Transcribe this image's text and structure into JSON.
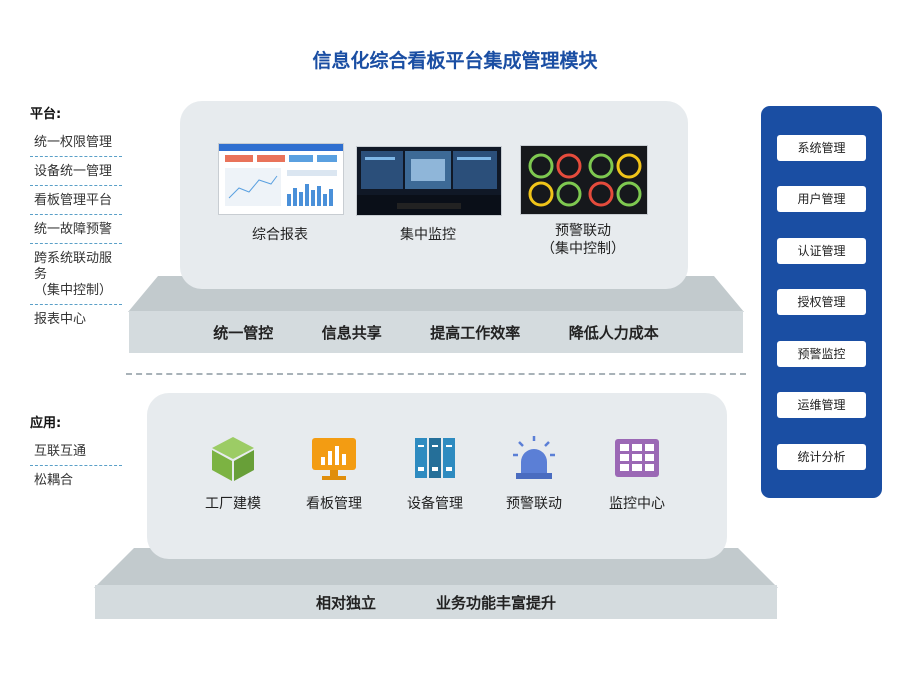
{
  "title": "信息化综合看板平台集成管理模块",
  "platform_section": {
    "heading": "平台:",
    "items": [
      "统一权限管理",
      "设备统一管理",
      "看板管理平台",
      "统一故障预警",
      "跨系统联动服务",
      "（集中控制）",
      "报表中心"
    ],
    "screens": [
      {
        "label": "综合报表",
        "sublabel": ""
      },
      {
        "label": "集中监控",
        "sublabel": ""
      },
      {
        "label": "预警联动",
        "sublabel": "（集中控制）"
      }
    ],
    "benefits": [
      "统一管控",
      "信息共享",
      "提高工作效率",
      "降低人力成本"
    ]
  },
  "app_section": {
    "heading": "应用:",
    "items": [
      "互联互通",
      "松耦合"
    ],
    "apps": [
      {
        "label": "工厂建模",
        "icon": "cube-icon",
        "color": "#7cb342"
      },
      {
        "label": "看板管理",
        "icon": "dashboard-chart-icon",
        "color": "#f39c12"
      },
      {
        "label": "设备管理",
        "icon": "binder-icon",
        "color": "#2e8bc0"
      },
      {
        "label": "预警联动",
        "icon": "alarm-light-icon",
        "color": "#5b7fd6"
      },
      {
        "label": "监控中心",
        "icon": "grid-icon",
        "color": "#9b68b5"
      }
    ],
    "benefits": [
      "相对独立",
      "业务功能丰富提升"
    ]
  },
  "management": {
    "items": [
      "系统管理",
      "用户管理",
      "认证管理",
      "授权管理",
      "预警监控",
      "运维管理",
      "统计分析"
    ],
    "color": "#1a4ea3"
  }
}
